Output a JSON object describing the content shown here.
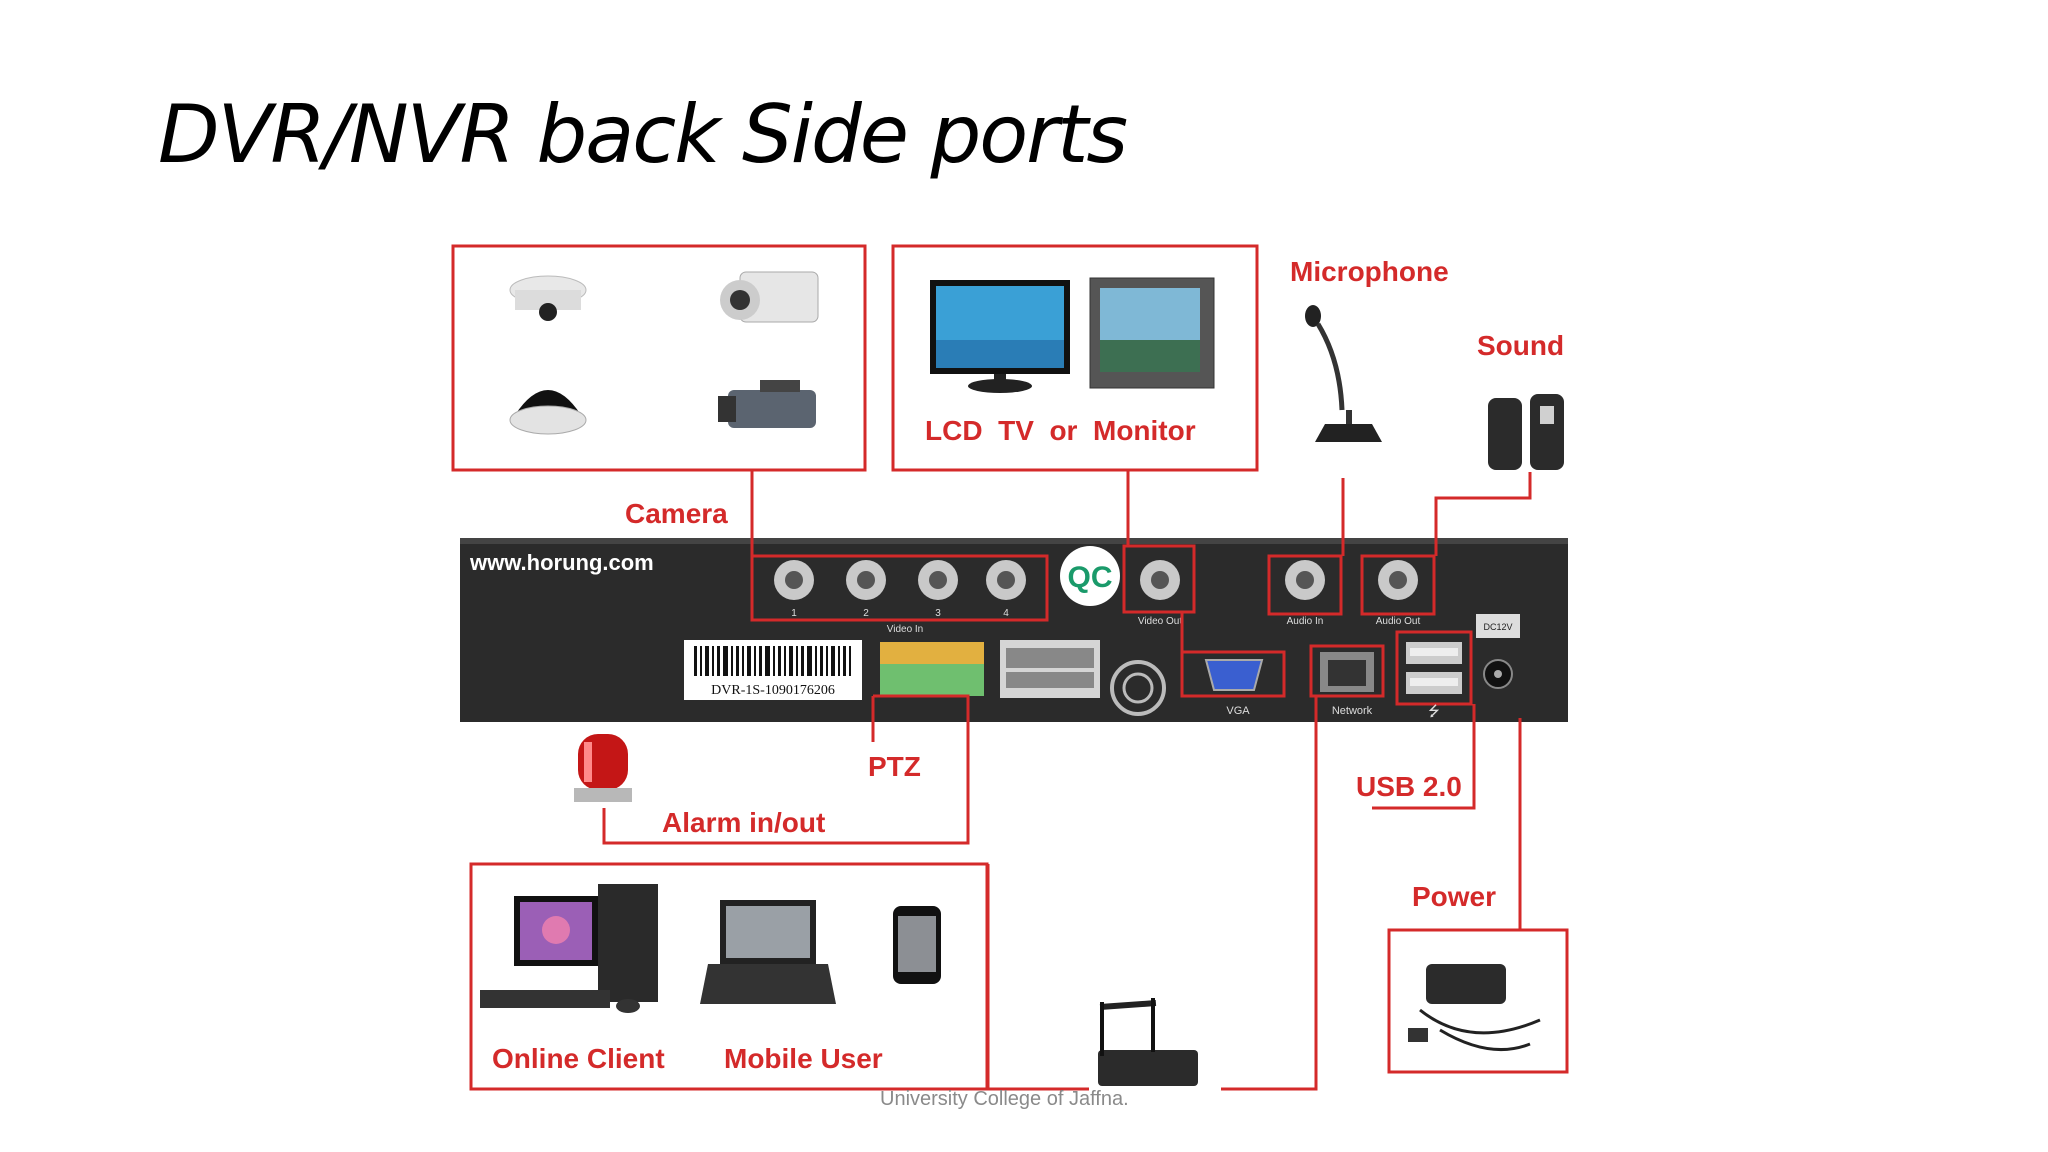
{
  "slide": {
    "title": "DVR/NVR back Side ports",
    "footer": "University College of Jaffna."
  },
  "labels": {
    "camera": "Camera",
    "display": "LCD  TV  or  Monitor",
    "microphone": "Microphone",
    "sound": "Sound",
    "ptz": "PTZ",
    "alarm": "Alarm in/out",
    "usb": "USB 2.0",
    "power": "Power",
    "online_client": "Online Client",
    "mobile_user": "Mobile User"
  },
  "device": {
    "brand_url": "www.horung.com",
    "qc_mark": "QC",
    "serial": "DVR-1S-1090176206",
    "video_in_numbers": [
      "1",
      "2",
      "3",
      "4"
    ],
    "video_in_label": "Video In",
    "video_out_label": "Video Out",
    "audio_in_label": "Audio In",
    "audio_out_label": "Audio Out",
    "vga_label": "VGA",
    "network_label": "Network",
    "dc_label": "DC12V"
  },
  "colors": {
    "accent_red": "#d42a2a",
    "device_body": "#2b2b2b"
  }
}
